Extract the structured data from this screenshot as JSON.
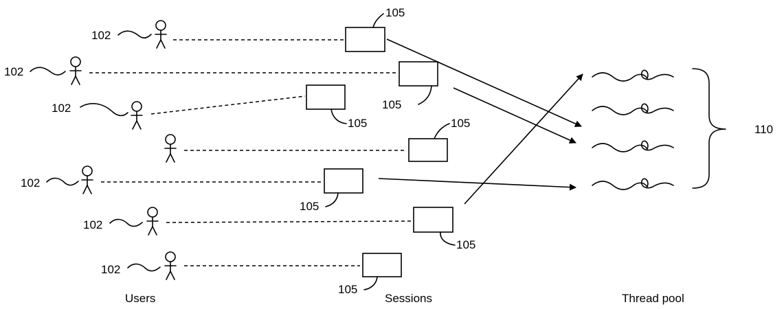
{
  "labels": {
    "user_ref": "102",
    "session_ref": "105",
    "pool_ref": "110"
  },
  "captions": {
    "users": "Users",
    "sessions": "Sessions",
    "thread_pool": "Thread pool"
  },
  "colors": {
    "ink": "#000000",
    "background": "#ffffff"
  }
}
